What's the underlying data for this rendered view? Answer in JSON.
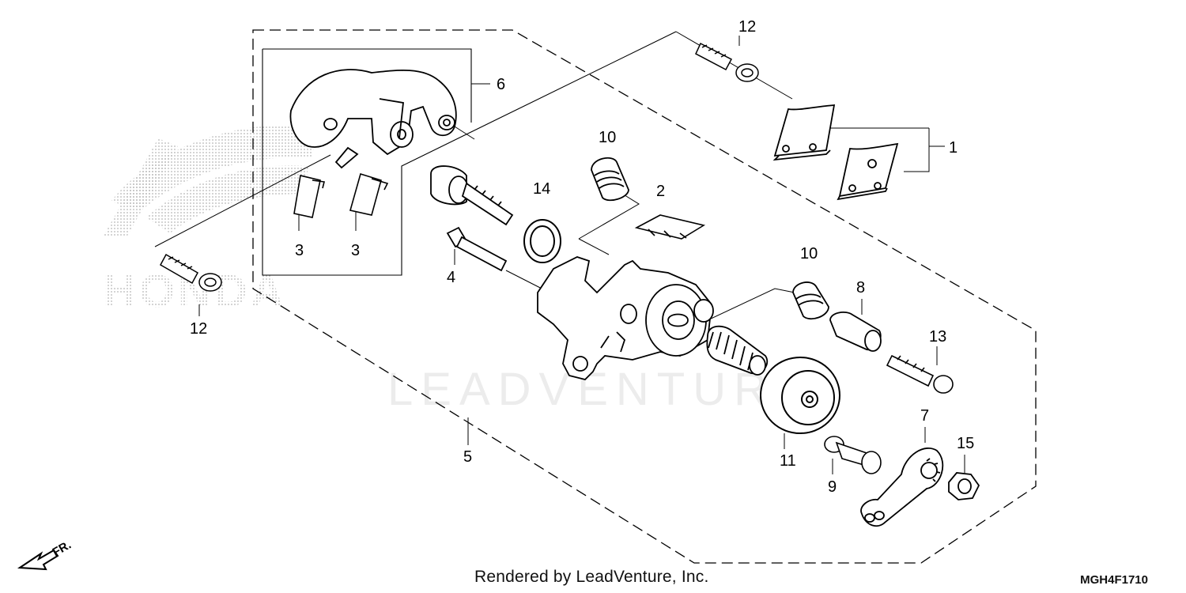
{
  "diagram": {
    "watermark_text": "LEADVENTURE",
    "watermark_logo_text": "HONDA",
    "fr_label": "FR.",
    "callouts": [
      {
        "id": "c12a",
        "label": "12"
      },
      {
        "id": "c1",
        "label": "1"
      },
      {
        "id": "c6",
        "label": "6"
      },
      {
        "id": "c10a",
        "label": "10"
      },
      {
        "id": "c14",
        "label": "14"
      },
      {
        "id": "c2",
        "label": "2"
      },
      {
        "id": "c3a",
        "label": "3"
      },
      {
        "id": "c3b",
        "label": "3"
      },
      {
        "id": "c4",
        "label": "4"
      },
      {
        "id": "c12b",
        "label": "12"
      },
      {
        "id": "c10b",
        "label": "10"
      },
      {
        "id": "c8",
        "label": "8"
      },
      {
        "id": "c13",
        "label": "13"
      },
      {
        "id": "c5",
        "label": "5"
      },
      {
        "id": "c11",
        "label": "11"
      },
      {
        "id": "c9",
        "label": "9"
      },
      {
        "id": "c7",
        "label": "7"
      },
      {
        "id": "c15",
        "label": "15"
      }
    ]
  },
  "footer": {
    "rendered_by": "Rendered by LeadVenture, Inc.",
    "ref_code": "MGH4F1710"
  }
}
